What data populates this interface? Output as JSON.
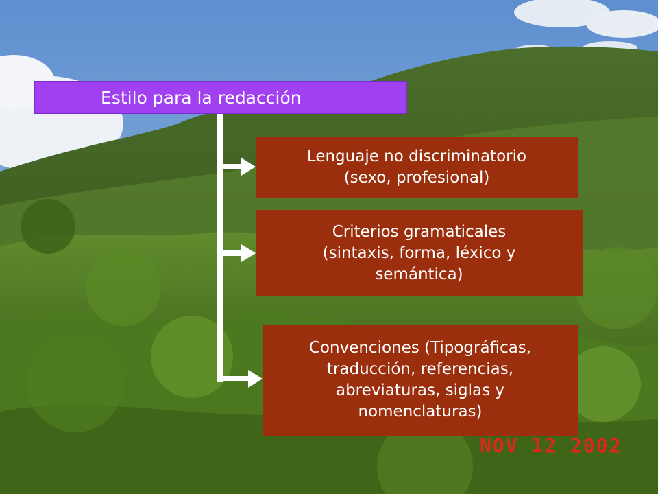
{
  "title": "Estilo para la redacción",
  "nodes": [
    "Lenguaje no discriminatorio\n(sexo, profesional)",
    "Criterios gramaticales\n(sintaxis, forma, léxico y\nsemántica)",
    "Convenciones (Tipográficas,\ntraducción, referencias,\nabreviaturas, siglas y\nnomenclaturas)"
  ],
  "photo_date_stamp": "NOV 12 2002",
  "colors": {
    "title_fill": "#a040f0",
    "node_fill": "#9b2f0d",
    "connector": "#ffffff",
    "stamp": "#e0261a"
  }
}
